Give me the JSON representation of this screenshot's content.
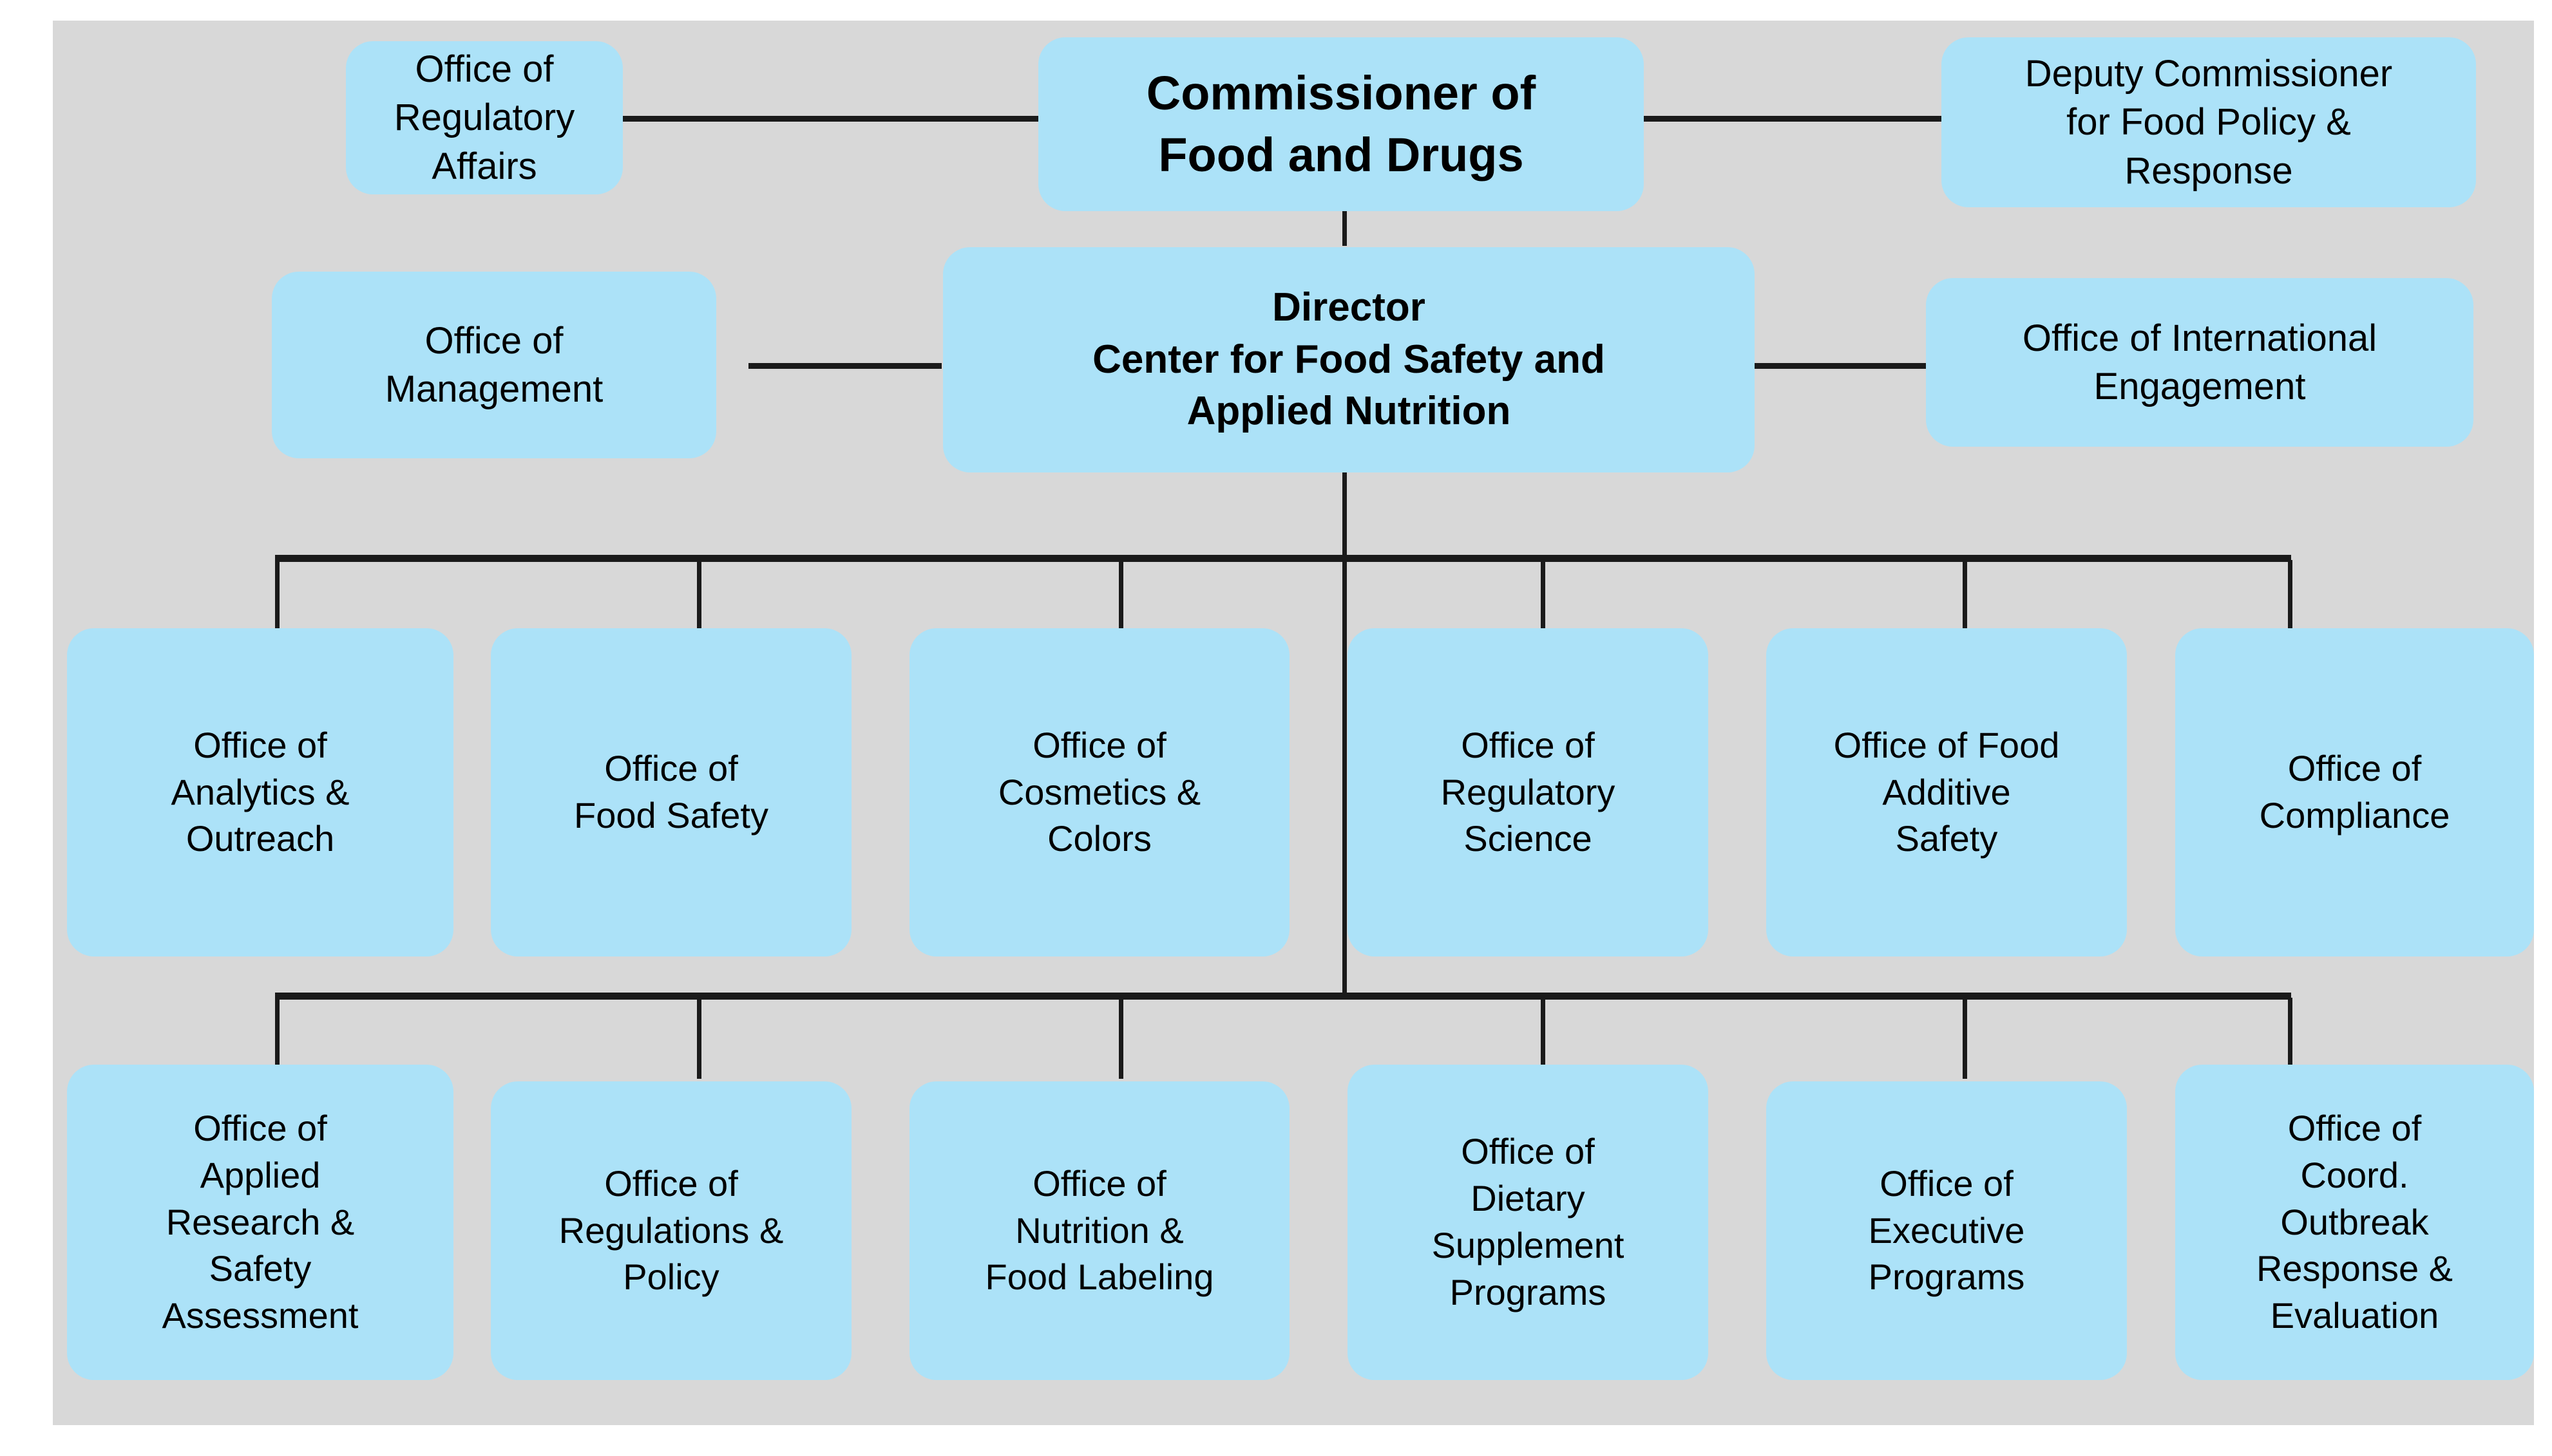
{
  "diagram": {
    "title": "FDA Center for Food Safety and Applied Nutrition Organizational Chart",
    "background_color": "#d8d8d8",
    "node_color": "#ACE2F8",
    "line_color": "#1a1a1a",
    "page_background": "#ffffff"
  },
  "nodes": {
    "commissioner": "Commissioner of\nFood and Drugs",
    "regulatory_affairs": "Office of\nRegulatory\nAffairs",
    "deputy_commissioner": "Deputy Commissioner\nfor Food Policy &\nResponse",
    "director": "Director\nCenter for Food Safety and\nApplied Nutrition",
    "management": "Office of\nManagement",
    "international_engagement": "Office of International\nEngagement",
    "row3": [
      {
        "label": "Office of\nAnalytics &\nOutreach"
      },
      {
        "label": "Office of\nFood Safety"
      },
      {
        "label": "Office of\nCosmetics &\nColors"
      },
      {
        "label": "Office of\nRegulatory\nScience"
      },
      {
        "label": "Office of Food\nAdditive\nSafety"
      },
      {
        "label": "Office of\nCompliance"
      }
    ],
    "row4": [
      {
        "label": "Office of\nApplied\nResearch &\nSafety\nAssessment"
      },
      {
        "label": "Office of\nRegulations &\nPolicy"
      },
      {
        "label": "Office of\nNutrition &\nFood Labeling"
      },
      {
        "label": "Office of\nDietary\nSupplement\nPrograms"
      },
      {
        "label": "Office of\nExecutive\nPrograms"
      },
      {
        "label": "Office of\nCoord.\nOutbreak\nResponse &\nEvaluation"
      }
    ]
  }
}
